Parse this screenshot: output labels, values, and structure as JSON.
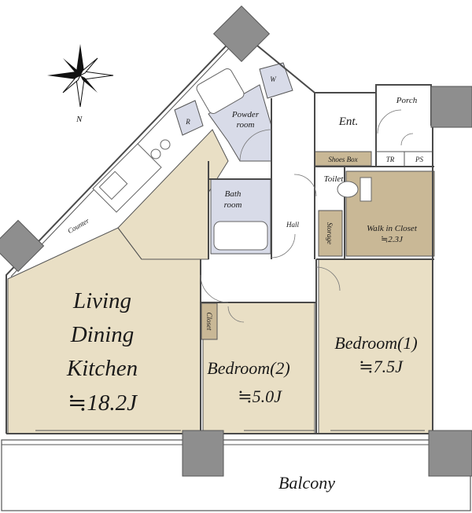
{
  "rooms": {
    "ldk_lines": [
      "Living",
      "Dining",
      "Kitchen",
      "≒18.2J"
    ],
    "bedroom2_lines": [
      "Bedroom(2)",
      "≒5.0J"
    ],
    "bedroom1_lines": [
      "Bedroom(1)",
      "≒7.5J"
    ],
    "walkin_lines": [
      "Walk in  Closet",
      "≒2.3J"
    ],
    "balcony": "Balcony",
    "powder_lines": [
      "Powder",
      "room"
    ],
    "bath_lines": [
      "Bath",
      "room"
    ],
    "entrance": "Ent.",
    "porch": "Porch",
    "shoes_box": "Shoes  Box",
    "tr": "TR",
    "ps": "PS",
    "toilet": "Toilet",
    "storage": "Storage",
    "hall": "Hall",
    "closet": "Closet",
    "counter": "Counter",
    "refrigerator": "R",
    "washer": "W"
  },
  "compass": {
    "north": "N"
  },
  "colors": {
    "floor_wood": "#e9dfc5",
    "storage_wood": "#c9b896",
    "wet_area": "#d8dbe8",
    "pillar": "#8e8e8e"
  }
}
